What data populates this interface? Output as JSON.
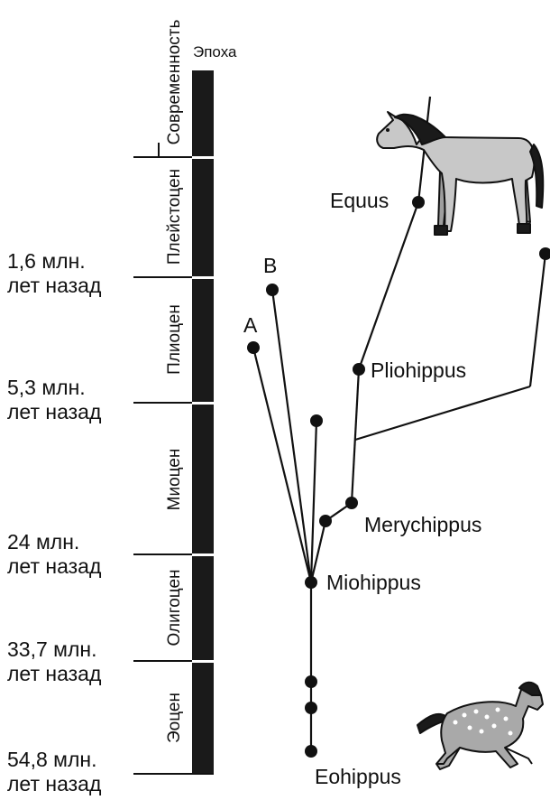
{
  "header": {
    "epoch_label": "Эпоха"
  },
  "epochs": [
    {
      "key": "holocene",
      "name": "Современность"
    },
    {
      "key": "pleistocene",
      "name": "Плейстоцен"
    },
    {
      "key": "pliocene",
      "name": "Плиоцен"
    },
    {
      "key": "miocene",
      "name": "Миоцен"
    },
    {
      "key": "oligocene",
      "name": "Олигоцен"
    },
    {
      "key": "eocene",
      "name": "Эоцен"
    }
  ],
  "time_marks": [
    {
      "line1": "1,6 млн.",
      "line2": "лет назад"
    },
    {
      "line1": "5,3 млн.",
      "line2": "лет назад"
    },
    {
      "line1": "24 млн.",
      "line2": "лет назад"
    },
    {
      "line1": "33,7 млн.",
      "line2": "лет назад"
    },
    {
      "line1": "54,8 млн.",
      "line2": "лет назад"
    }
  ],
  "taxa": {
    "equus": "Equus",
    "pliohippus": "Pliohippus",
    "merychippus": "Merychippus",
    "miohippus": "Miohippus",
    "eohippus": "Eohippus",
    "a": "A",
    "b": "B"
  },
  "colors": {
    "bar": "#1a1a1a",
    "line": "#111111",
    "horse_modern": "#c8c8c8",
    "horse_ancient": "#a9a9a9"
  },
  "icons": {
    "modern_horse": "horse-equus-icon",
    "ancient_horse": "horse-eohippus-icon"
  }
}
